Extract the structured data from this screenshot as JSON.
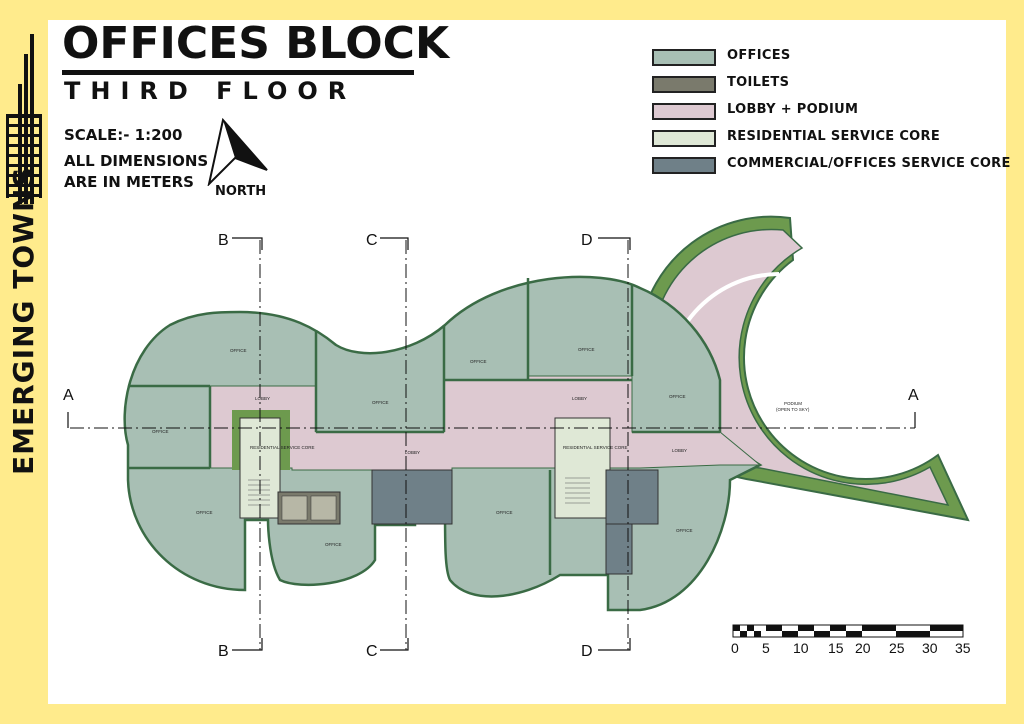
{
  "sidebar": {
    "vertical_title": "EMERGING TOWNS"
  },
  "header": {
    "title": "OFFICES BLOCK",
    "subtitle": "THIRD FLOOR"
  },
  "notes": {
    "scale": "SCALE:- 1:200",
    "dims_line1": "ALL DIMENSIONS",
    "dims_line2": "ARE IN METERS",
    "north": "NORTH"
  },
  "legend": [
    {
      "label": "OFFICES",
      "color": "#a8bfb4"
    },
    {
      "label": "TOILETS",
      "color": "#7a7a6c"
    },
    {
      "label": "LOBBY + PODIUM",
      "color": "#ddc9d1"
    },
    {
      "label": "RESIDENTIAL  SERVICE  CORE",
      "color": "#dfe8d6"
    },
    {
      "label": "COMMERCIAL/OFFICES SERVICE  CORE",
      "color": "#6f8088"
    }
  ],
  "sections": {
    "a_left": "A",
    "a_right": "A",
    "b_top": "B",
    "b_bottom": "B",
    "c_top": "C",
    "c_bottom": "C",
    "d_top": "D",
    "d_bottom": "D"
  },
  "rooms": {
    "office": "OFFICE",
    "lobby": "LOBBY",
    "podium": "PODIUM",
    "podium_sub": "(OPEN TO SKY)",
    "res_core": "RESIDENTIAL SERVICE CORE"
  },
  "scale_bar": {
    "ticks": [
      "0",
      "5",
      "10",
      "15",
      "20",
      "25",
      "30",
      "35"
    ]
  },
  "colors": {
    "background": "#FFEB8C",
    "office": "#a8bfb4",
    "lobby": "#ddc9d1",
    "res_core": "#dfe8d6",
    "comm_core": "#6f8088",
    "toilet": "#7a7a6c",
    "landscape": "#6d9a4e",
    "wall": "#3a6b45"
  }
}
